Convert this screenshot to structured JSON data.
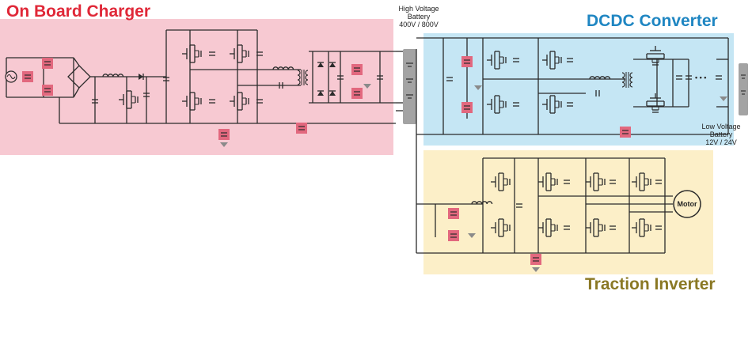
{
  "titles": {
    "on_board_charger": "On Board Charger",
    "dcdc_converter": "DCDC Converter",
    "traction_inverter": "Traction Inverter"
  },
  "labels": {
    "hv_battery_line1": "High Voltage",
    "hv_battery_line2": "Battery",
    "hv_battery_line3": "400V / 800V",
    "lv_battery_line1": "Low Voltage",
    "lv_battery_line2": "Battery",
    "lv_battery_line3": "12V / 24V",
    "motor": "Motor",
    "ellipsis": "• • •"
  },
  "colors": {
    "obc_bg": "#f7c9d2",
    "dcdc_bg": "#c5e6f4",
    "inverter_bg": "#fcefc8",
    "obc_title": "#e02838",
    "dcdc_title": "#1f86c2",
    "inverter_title": "#8a7824",
    "highlight": "#e2687e",
    "wire": "#2b2b2b",
    "battery": "#a3a3a3",
    "ground": "#8a8a8a"
  }
}
